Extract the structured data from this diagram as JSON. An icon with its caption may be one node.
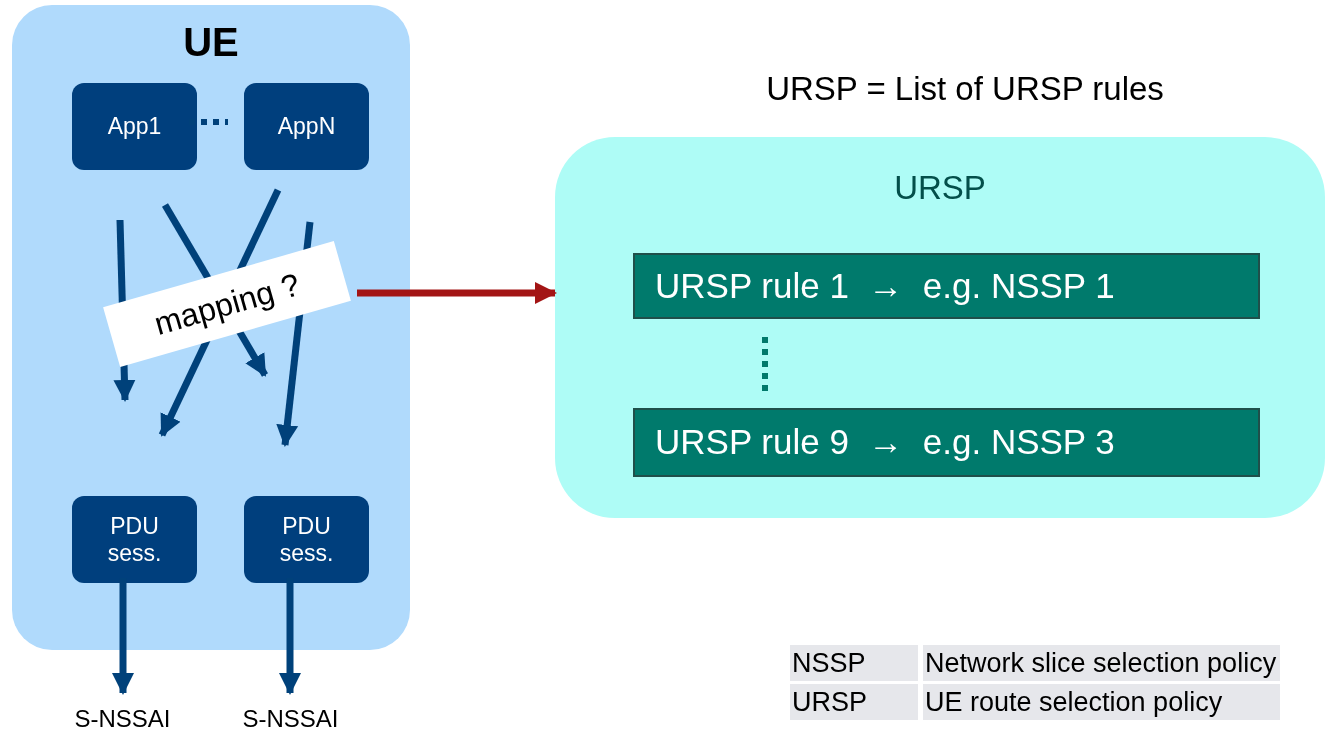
{
  "diagram": {
    "title": "URSP = List of URSP rules",
    "nodes": [
      {
        "text": [
          "UE"
        ]
      },
      {
        "text": [
          "App1"
        ],
        "in": 0
      },
      {
        "text": [
          "AppN"
        ],
        "in": 0
      },
      {
        "text": [
          "mapping ?"
        ],
        "in": 0
      },
      {
        "text": [
          "PDU sess."
        ],
        "in": 0
      },
      {
        "text": [
          "PDU sess."
        ],
        "in": 0
      },
      {
        "text": [
          "S-NSSAI"
        ]
      },
      {
        "text": [
          "S-NSSAI"
        ]
      },
      {
        "text": [
          "URSP"
        ]
      },
      {
        "text": [
          "URSP rule 1  →  e.g. NSSP 1"
        ],
        "in": 8
      },
      {
        "text": [
          "URSP rule 9  →  e.g. NSSP 3"
        ],
        "in": 8
      }
    ],
    "edges": [
      {
        "from": 1,
        "to": 2,
        "arrow": "none",
        "style": "dashed"
      },
      {
        "from": 4,
        "to": 6,
        "arrow": "to"
      },
      {
        "from": 5,
        "to": 7,
        "arrow": "to"
      },
      {
        "from": 3,
        "to": 8,
        "arrow": "to",
        "color": "#a31515"
      },
      {
        "from": 9,
        "to": 10,
        "arrow": "none",
        "style": "dashed",
        "color": "#00796b"
      }
    ],
    "labels": [
      "NSSP",
      "Network slice selection policy",
      "URSP",
      "UE route selection policy"
    ]
  }
}
